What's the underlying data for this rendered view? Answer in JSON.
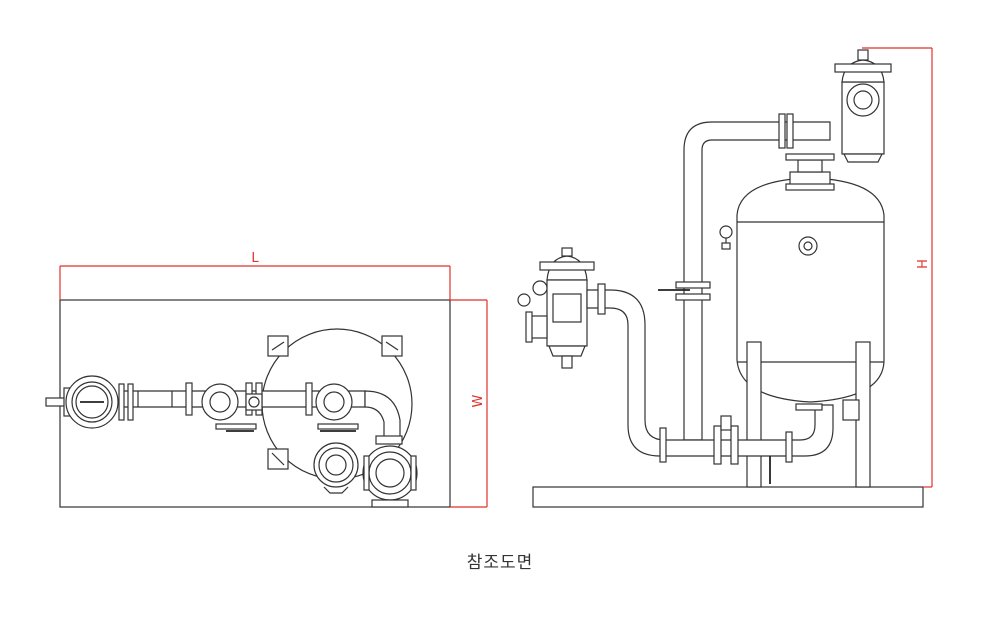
{
  "caption": "참조도면",
  "dimensions": {
    "length_label": "L",
    "width_label": "W",
    "height_label": "H"
  },
  "colors": {
    "line": "#333333",
    "dimension": "#e0322b",
    "background": "#ffffff"
  }
}
